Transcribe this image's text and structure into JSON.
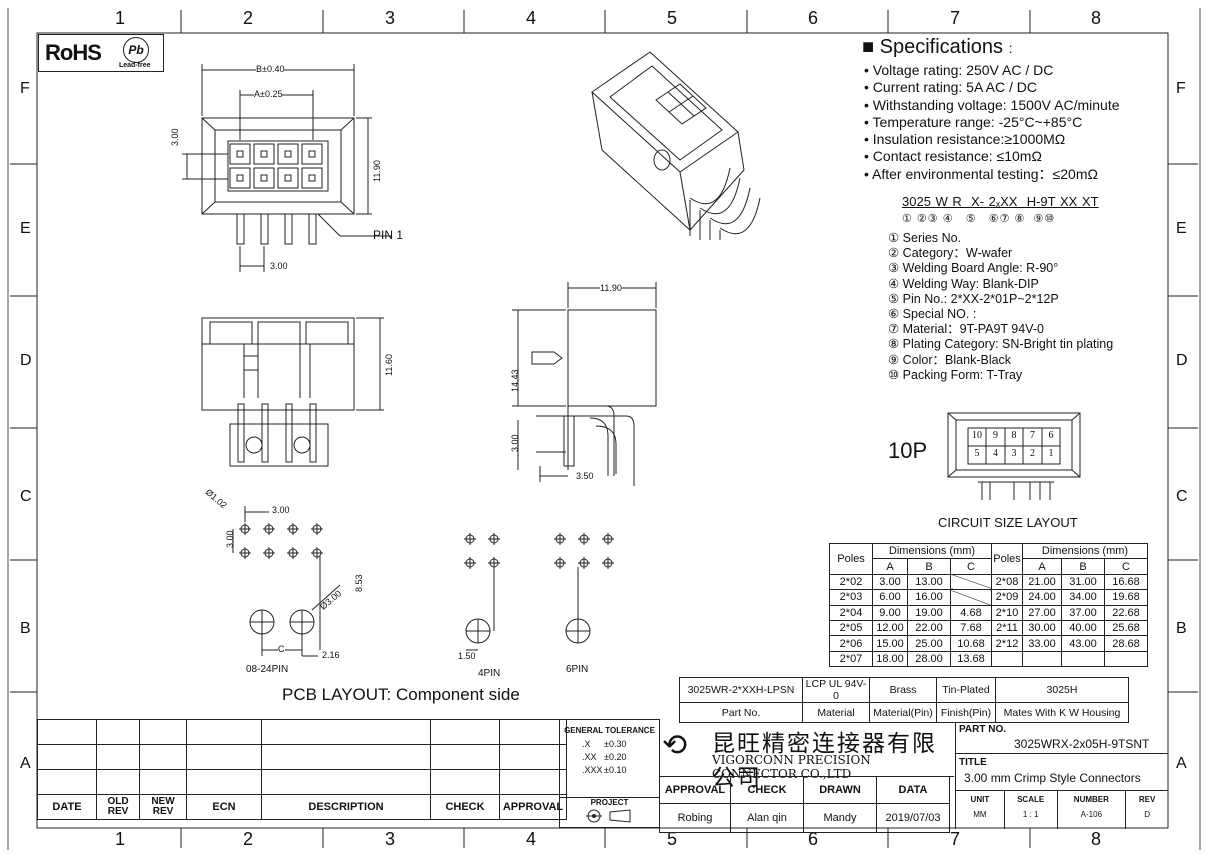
{
  "frame": {
    "cols_top": [
      "1",
      "2",
      "3",
      "4",
      "5",
      "6",
      "7",
      "8"
    ],
    "cols_bottom": [
      "1",
      "2",
      "3",
      "4",
      "5",
      "6",
      "7",
      "8"
    ],
    "rows": [
      "F",
      "E",
      "D",
      "C",
      "B",
      "A"
    ]
  },
  "rohs": {
    "text": "RoHS",
    "pb": "Pb",
    "leadfree": "Lead-free"
  },
  "front_view": {
    "dim_b": "B±0.40",
    "dim_a": "A±0.25",
    "dim_pitch_v": "3.00",
    "dim_height": "11.90",
    "dim_pitch_h": "3.00",
    "pin1": "PIN 1"
  },
  "side_view": {
    "dim_width": "11.90",
    "dim_height": "14.43",
    "dim_pitch": "3.00",
    "dim_tail": "3.50"
  },
  "rear_view": {
    "dim_height": "11.60"
  },
  "pcb": {
    "dim_dia": "Ø1.02",
    "dim_x": "3.00",
    "dim_y": "3.00",
    "dim_hole": "Ø3.00",
    "dim_853": "8.53",
    "dim_c": "C",
    "dim_216": "2.16",
    "dim_150": "1.50",
    "cap_0824": "08-24PIN",
    "cap_4": "4PIN",
    "cap_6": "6PIN",
    "caption": "PCB LAYOUT: Component side"
  },
  "specs": {
    "title": "Specifications",
    "title_suffix": ":",
    "items": [
      "Voltage rating: 250V AC / DC",
      "Current rating: 5A  AC / DC",
      "Withstanding voltage: 1500V AC/minute",
      "Temperature range: -25°C~+85°C",
      "Insulation resistance:≥1000MΩ",
      "Contact resistance: ≤10mΩ",
      "After environmental testing：≤20mΩ"
    ]
  },
  "part_code": {
    "code": "3025 W R  X- 2ₓXX  H-9T XX XT",
    "nums": "① ②③ ④   ⑤   ⑥⑦ ⑧  ⑨⑩"
  },
  "legend": [
    "① Series No.",
    "② Category：W-wafer",
    "③ Welding Board Angle: R-90°",
    "④ Welding Way: Blank-DIP",
    "⑤ Pin No.: 2*XX-2*01P~2*12P",
    "⑥ Special NO. :",
    "⑦ Material：9T-PA9T 94V-0",
    "⑧ Plating Category: SN-Bright tin plating",
    "⑨ Color：Blank-Black",
    "⑩ Packing Form: T-Tray"
  ],
  "circuit": {
    "label": "10P",
    "top_pins": [
      "10",
      "9",
      "8",
      "7",
      "6"
    ],
    "bottom_pins": [
      "5",
      "4",
      "3",
      "2",
      "1"
    ],
    "caption": "CIRCUIT SIZE LAYOUT"
  },
  "dim_table": {
    "poles": "Poles",
    "dims": "Dimensions (mm)",
    "cols": [
      "A",
      "B",
      "C"
    ],
    "left": [
      [
        "2*02",
        "3.00",
        "13.00",
        ""
      ],
      [
        "2*03",
        "6.00",
        "16.00",
        ""
      ],
      [
        "2*04",
        "9.00",
        "19.00",
        "4.68"
      ],
      [
        "2*05",
        "12.00",
        "22.00",
        "7.68"
      ],
      [
        "2*06",
        "15.00",
        "25.00",
        "10.68"
      ],
      [
        "2*07",
        "18.00",
        "28.00",
        "13.68"
      ]
    ],
    "right": [
      [
        "2*08",
        "21.00",
        "31.00",
        "16.68"
      ],
      [
        "2*09",
        "24.00",
        "34.00",
        "19.68"
      ],
      [
        "2*10",
        "27.00",
        "37.00",
        "22.68"
      ],
      [
        "2*11",
        "30.00",
        "40.00",
        "25.68"
      ],
      [
        "2*12",
        "33.00",
        "43.00",
        "28.68"
      ],
      [
        "",
        "",
        "",
        ""
      ]
    ]
  },
  "material": {
    "part_no": "3025WR-2*XXH-LPSN",
    "material": "LCP  UL 94V-0",
    "pin_material": "Brass",
    "finish": "Tin-Plated",
    "mates": "3025H",
    "h_part_no": "Part No.",
    "h_material": "Material",
    "h_pin": "Material(Pin)",
    "h_finish": "Finish(Pin)",
    "h_mates": "Mates With K W  Housing"
  },
  "title_block": {
    "date": "DATE",
    "old_rev": "OLD REV",
    "new_rev": "NEW REV",
    "ecn": "ECN",
    "description": "DESCRIPTION",
    "check": "CHECK",
    "approval": "APPROVAL",
    "gen_tol": "GENERAL TOLERANCE",
    "tol": [
      [
        ".X",
        "±0.30"
      ],
      [
        ".XX",
        "±0.20"
      ],
      [
        ".XXX",
        "±0.10"
      ]
    ],
    "project": "PROJECT",
    "company_cn": "昆旺精密连接器有限公司",
    "company_en": "VIGORCONN PRECISION CONNECTOR CO.,LTD",
    "approval_h": "APPROVAL",
    "check_h": "CHECK",
    "drawn_h": "DRAWN",
    "data_h": "DATA",
    "approval_v": "Robing",
    "check_v": "Alan qin",
    "drawn_v": "Mandy",
    "data_v": "2019/07/03",
    "part_no_lbl": "PART NO.",
    "part_no": "3025WRX-2x05H-9TSNT",
    "title_lbl": "TITLE",
    "title": "3.00 mm Crimp Style Connectors",
    "unit_lbl": "UNIT",
    "scale_lbl": "SCALE",
    "number_lbl": "NUMBER",
    "rev_lbl": "REV",
    "unit": "MM",
    "scale": "1 : 1",
    "number": "A-106",
    "rev": "D"
  }
}
